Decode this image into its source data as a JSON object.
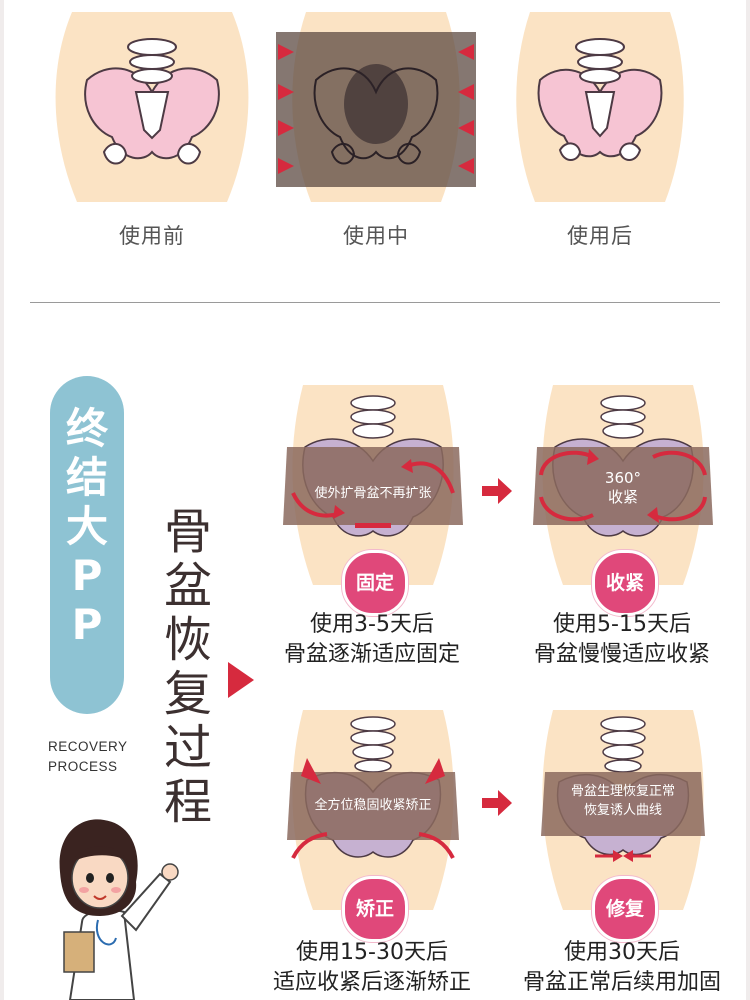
{
  "top_row": {
    "captions": [
      "使用前",
      "使用中",
      "使用后"
    ]
  },
  "sidebar": {
    "pill_text": "终\n结\n大\nP\nP",
    "recovery_label": "RECOVERY\nPROCESS",
    "title_vertical": "骨\n盆\n恢\n复\n过\n程"
  },
  "steps": [
    {
      "badge": "固定",
      "band_text": "使外扩骨盆不再扩张",
      "desc_line1": "使用3-5天后",
      "desc_line2": "骨盆逐渐适应固定"
    },
    {
      "badge": "收紧",
      "band_text": "360°\n收紧",
      "desc_line1": "使用5-15天后",
      "desc_line2": "骨盆慢慢适应收紧"
    },
    {
      "badge": "矫正",
      "band_text": "全方位稳固收紧矫正",
      "desc_line1": "使用15-30天后",
      "desc_line2": "适应收紧后逐渐矫正"
    },
    {
      "badge": "修复",
      "band_text": "骨盆生理恢复正常\n恢复诱人曲线",
      "desc_line1": "使用30天后",
      "desc_line2": "骨盆正常后续用加固"
    }
  ],
  "colors": {
    "skin": "#fbe3c4",
    "bone": "#f6c4d3",
    "band": "#8b6a5e",
    "accent_red": "#d62a3e",
    "badge_pink": "#e0487a",
    "pill_blue": "#8ec3d3"
  }
}
